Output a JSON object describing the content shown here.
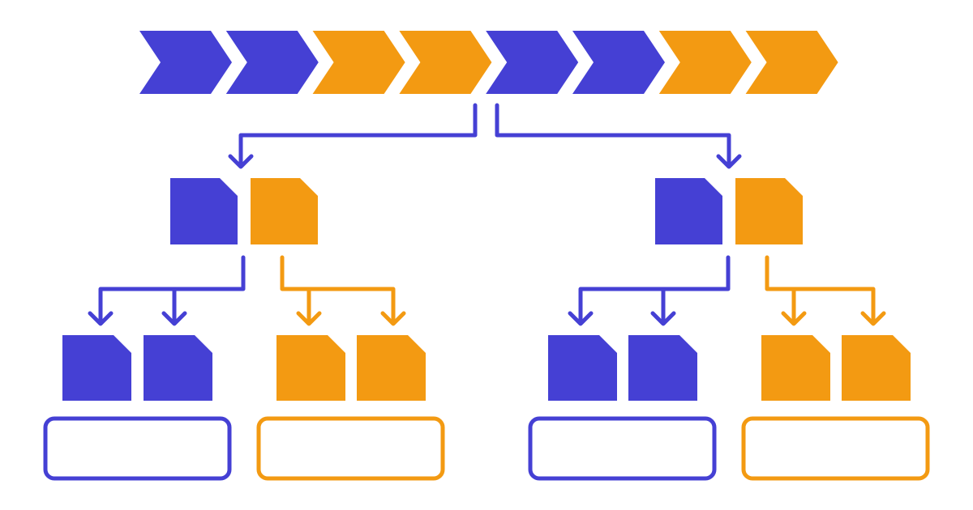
{
  "colors": {
    "background": "#ffffff",
    "blue": "#4540d4",
    "orange": "#f39a12"
  },
  "pipeline": {
    "segments": [
      "blue",
      "blue",
      "orange",
      "orange",
      "blue",
      "blue",
      "orange",
      "orange"
    ]
  },
  "branches": [
    {
      "side": "left",
      "split_docs": [
        "blue",
        "orange"
      ],
      "groups": [
        {
          "color": "blue",
          "docs": [
            "blue",
            "blue"
          ],
          "container": "blue"
        },
        {
          "color": "orange",
          "docs": [
            "orange",
            "orange"
          ],
          "container": "orange"
        }
      ]
    },
    {
      "side": "right",
      "split_docs": [
        "blue",
        "orange"
      ],
      "groups": [
        {
          "color": "blue",
          "docs": [
            "blue",
            "blue"
          ],
          "container": "blue"
        },
        {
          "color": "orange",
          "docs": [
            "orange",
            "orange"
          ],
          "container": "orange"
        }
      ]
    }
  ]
}
